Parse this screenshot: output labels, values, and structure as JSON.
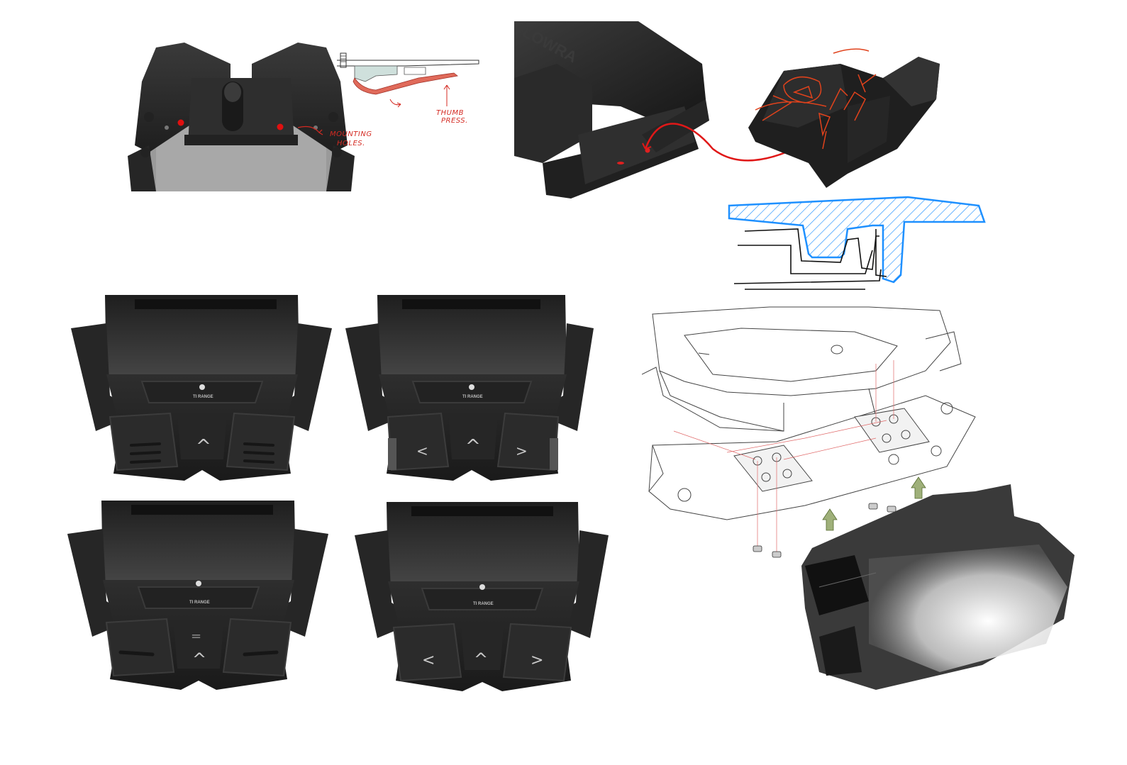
{
  "annotations": {
    "mounting_holes": "MOUNTING",
    "mounting_holes_2": "HOLES.",
    "thumb": "THUMB",
    "press": "PRESS."
  },
  "brand": {
    "logo_text": "LOWRA",
    "module_label": "TI RANGE"
  },
  "colors": {
    "accent_red": "#d42a22",
    "sketch_blue": "#1e90ff",
    "highlight_green": "#9fb07a",
    "body_dark": "#2b2b2b"
  },
  "icons": {
    "arrow_up": "^",
    "arrow_left": "<",
    "arrow_right": ">",
    "grip": "="
  }
}
